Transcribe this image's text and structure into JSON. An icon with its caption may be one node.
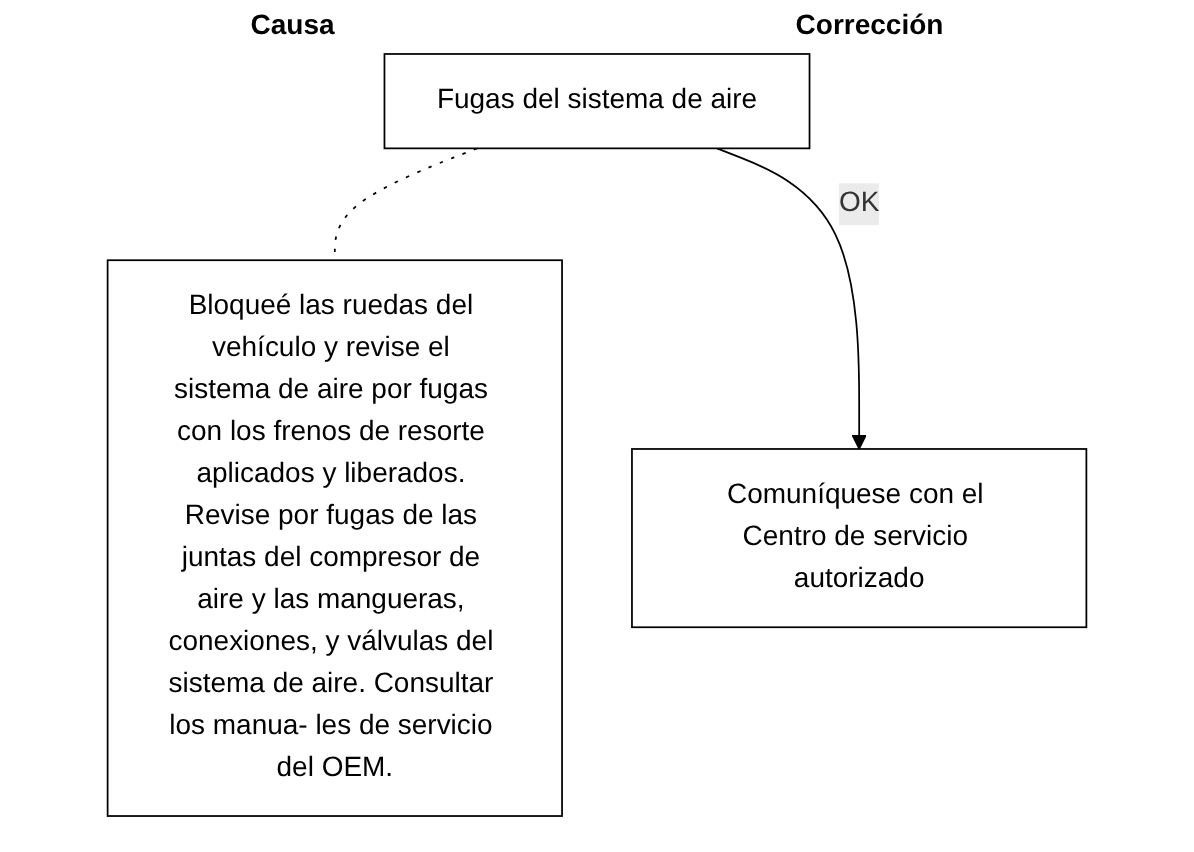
{
  "diagram": {
    "nodes": [
      {
        "text": [
          "Fugas del sistema de aire"
        ]
      },
      {
        "text": [
          "Bloqueé las ruedas del vehículo y revise el sistema de aire por fugas con los frenos de resorte aplicados y liberados. Revise por fugas de las juntas del compresor de aire y las mangueras, conexiones, y válvulas del sistema de aire. Consultar los manua- les de servicio del OEM."
        ]
      },
      {
        "text": [
          "Comuníquese con el Centro de servicio autorizado"
        ]
      }
    ],
    "edges": [
      {
        "from": 0,
        "to": 1,
        "arrow": "none",
        "style": "dashed"
      },
      {
        "from": 0,
        "to": 2,
        "arrow": "to",
        "label": "OK"
      }
    ],
    "labels": [
      "Causa",
      "Corrección"
    ]
  }
}
